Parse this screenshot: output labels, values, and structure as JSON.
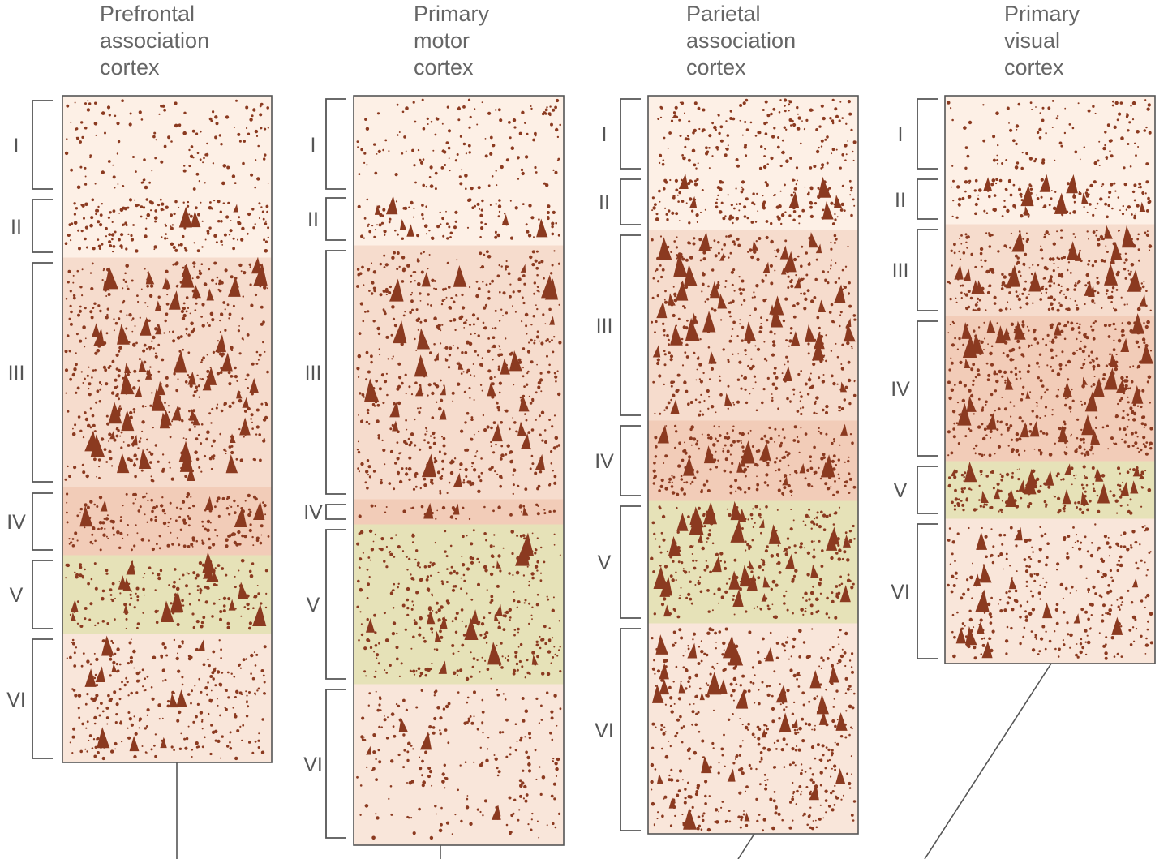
{
  "colors": {
    "stain": "#8b3a20",
    "outline": "#555555",
    "band_light": "#fdf0e6",
    "band_pink": "#f6dccd",
    "band_salmon": "#f2ccb8",
    "band_green": "#e6e2b8",
    "band_pale": "#f9e6da"
  },
  "panels": [
    {
      "id": "prefrontal",
      "title_lines": [
        "Prefrontal",
        "association",
        "cortex"
      ],
      "layers": [
        {
          "label": "I",
          "band": "band_light",
          "large_cells": 0,
          "density": 1
        },
        {
          "label": "II",
          "band": "band_light",
          "large_cells": 3,
          "density": 3
        },
        {
          "label": "III",
          "band": "band_pink",
          "large_cells": 55,
          "density": 2
        },
        {
          "label": "IV",
          "band": "band_salmon",
          "large_cells": 6,
          "density": 3
        },
        {
          "label": "V",
          "band": "band_green",
          "large_cells": 16,
          "density": 2
        },
        {
          "label": "VI",
          "band": "band_pale",
          "large_cells": 10,
          "density": 2
        }
      ]
    },
    {
      "id": "motor",
      "title_lines": [
        "Primary",
        "motor",
        "cortex"
      ],
      "layers": [
        {
          "label": "I",
          "band": "band_light",
          "large_cells": 0,
          "density": 1
        },
        {
          "label": "II",
          "band": "band_light",
          "large_cells": 6,
          "density": 2
        },
        {
          "label": "III",
          "band": "band_pink",
          "large_cells": 28,
          "density": 2
        },
        {
          "label": "IV",
          "band": "band_salmon",
          "large_cells": 3,
          "density": 2
        },
        {
          "label": "V",
          "band": "band_green",
          "large_cells": 14,
          "density": 2
        },
        {
          "label": "VI",
          "band": "band_pale",
          "large_cells": 4,
          "density": 1
        }
      ]
    },
    {
      "id": "parietal",
      "title_lines": [
        "Parietal",
        "association",
        "cortex"
      ],
      "layers": [
        {
          "label": "I",
          "band": "band_light",
          "large_cells": 0,
          "density": 2
        },
        {
          "label": "II",
          "band": "band_light",
          "large_cells": 6,
          "density": 3
        },
        {
          "label": "III",
          "band": "band_pink",
          "large_cells": 40,
          "density": 2
        },
        {
          "label": "IV",
          "band": "band_salmon",
          "large_cells": 12,
          "density": 3
        },
        {
          "label": "V",
          "band": "band_green",
          "large_cells": 30,
          "density": 2
        },
        {
          "label": "VI",
          "band": "band_pale",
          "large_cells": 30,
          "density": 2
        }
      ]
    },
    {
      "id": "visual",
      "title_lines": [
        "Primary",
        "visual",
        "cortex"
      ],
      "layers": [
        {
          "label": "I",
          "band": "band_light",
          "large_cells": 0,
          "density": 1
        },
        {
          "label": "II",
          "band": "band_light",
          "large_cells": 8,
          "density": 3
        },
        {
          "label": "III",
          "band": "band_pink",
          "large_cells": 22,
          "density": 3
        },
        {
          "label": "IV",
          "band": "band_salmon",
          "large_cells": 30,
          "density": 3
        },
        {
          "label": "V",
          "band": "band_green",
          "large_cells": 18,
          "density": 3
        },
        {
          "label": "VI",
          "band": "band_pale",
          "large_cells": 14,
          "density": 2
        }
      ]
    }
  ]
}
